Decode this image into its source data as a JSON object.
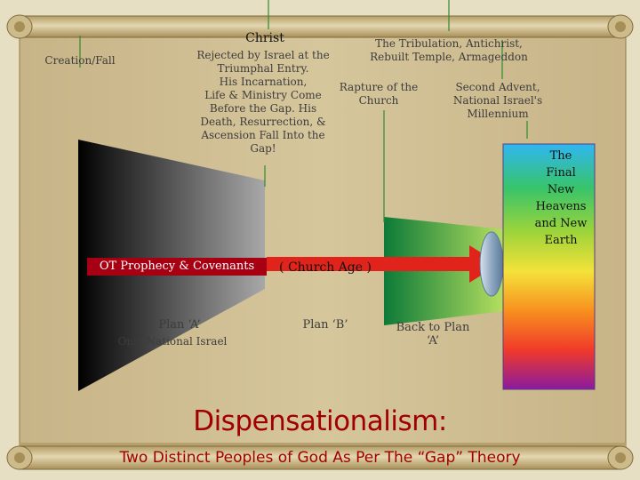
{
  "labels": {
    "christ": "Christ",
    "creation_fall": "Creation/Fall",
    "rejected": [
      "Rejected by Israel at the",
      "Triumphal Entry.",
      "His Incarnation,",
      "Life & Ministry Come",
      "Before the Gap. His",
      "Death, Resurrection, &",
      "Ascension Fall Into the",
      "Gap!"
    ],
    "tribulation": [
      "The Tribulation, Antichrist,",
      "Rebuilt Temple, Armageddon"
    ],
    "rapture": [
      "Rapture of the",
      "Church"
    ],
    "second_advent": [
      "Second Advent,",
      "National Israel's",
      "Millennium"
    ],
    "final_heavens": [
      "The",
      "Final",
      "New",
      "Heavens",
      "and New",
      "Earth"
    ],
    "ot_prophecy": "OT Prophecy & Covenants",
    "church_age": "( Church Age )",
    "plan_a": "Plan ‘A’",
    "only_national_israel": "Only National Israel",
    "plan_b": "Plan ‘B’",
    "back_to_plan": [
      "Back to Plan",
      "‘A’"
    ]
  },
  "title": "Dispensationalism:",
  "subtitle": "Two Distinct Peoples of God As Per The “Gap” Theory",
  "colors": {
    "background": "#e7dfc3",
    "scroll": "#c9b88a",
    "title": "#a20000",
    "ot_box": "#a70012",
    "connector": "#2e8b2e",
    "arrow": "#e0241b"
  }
}
